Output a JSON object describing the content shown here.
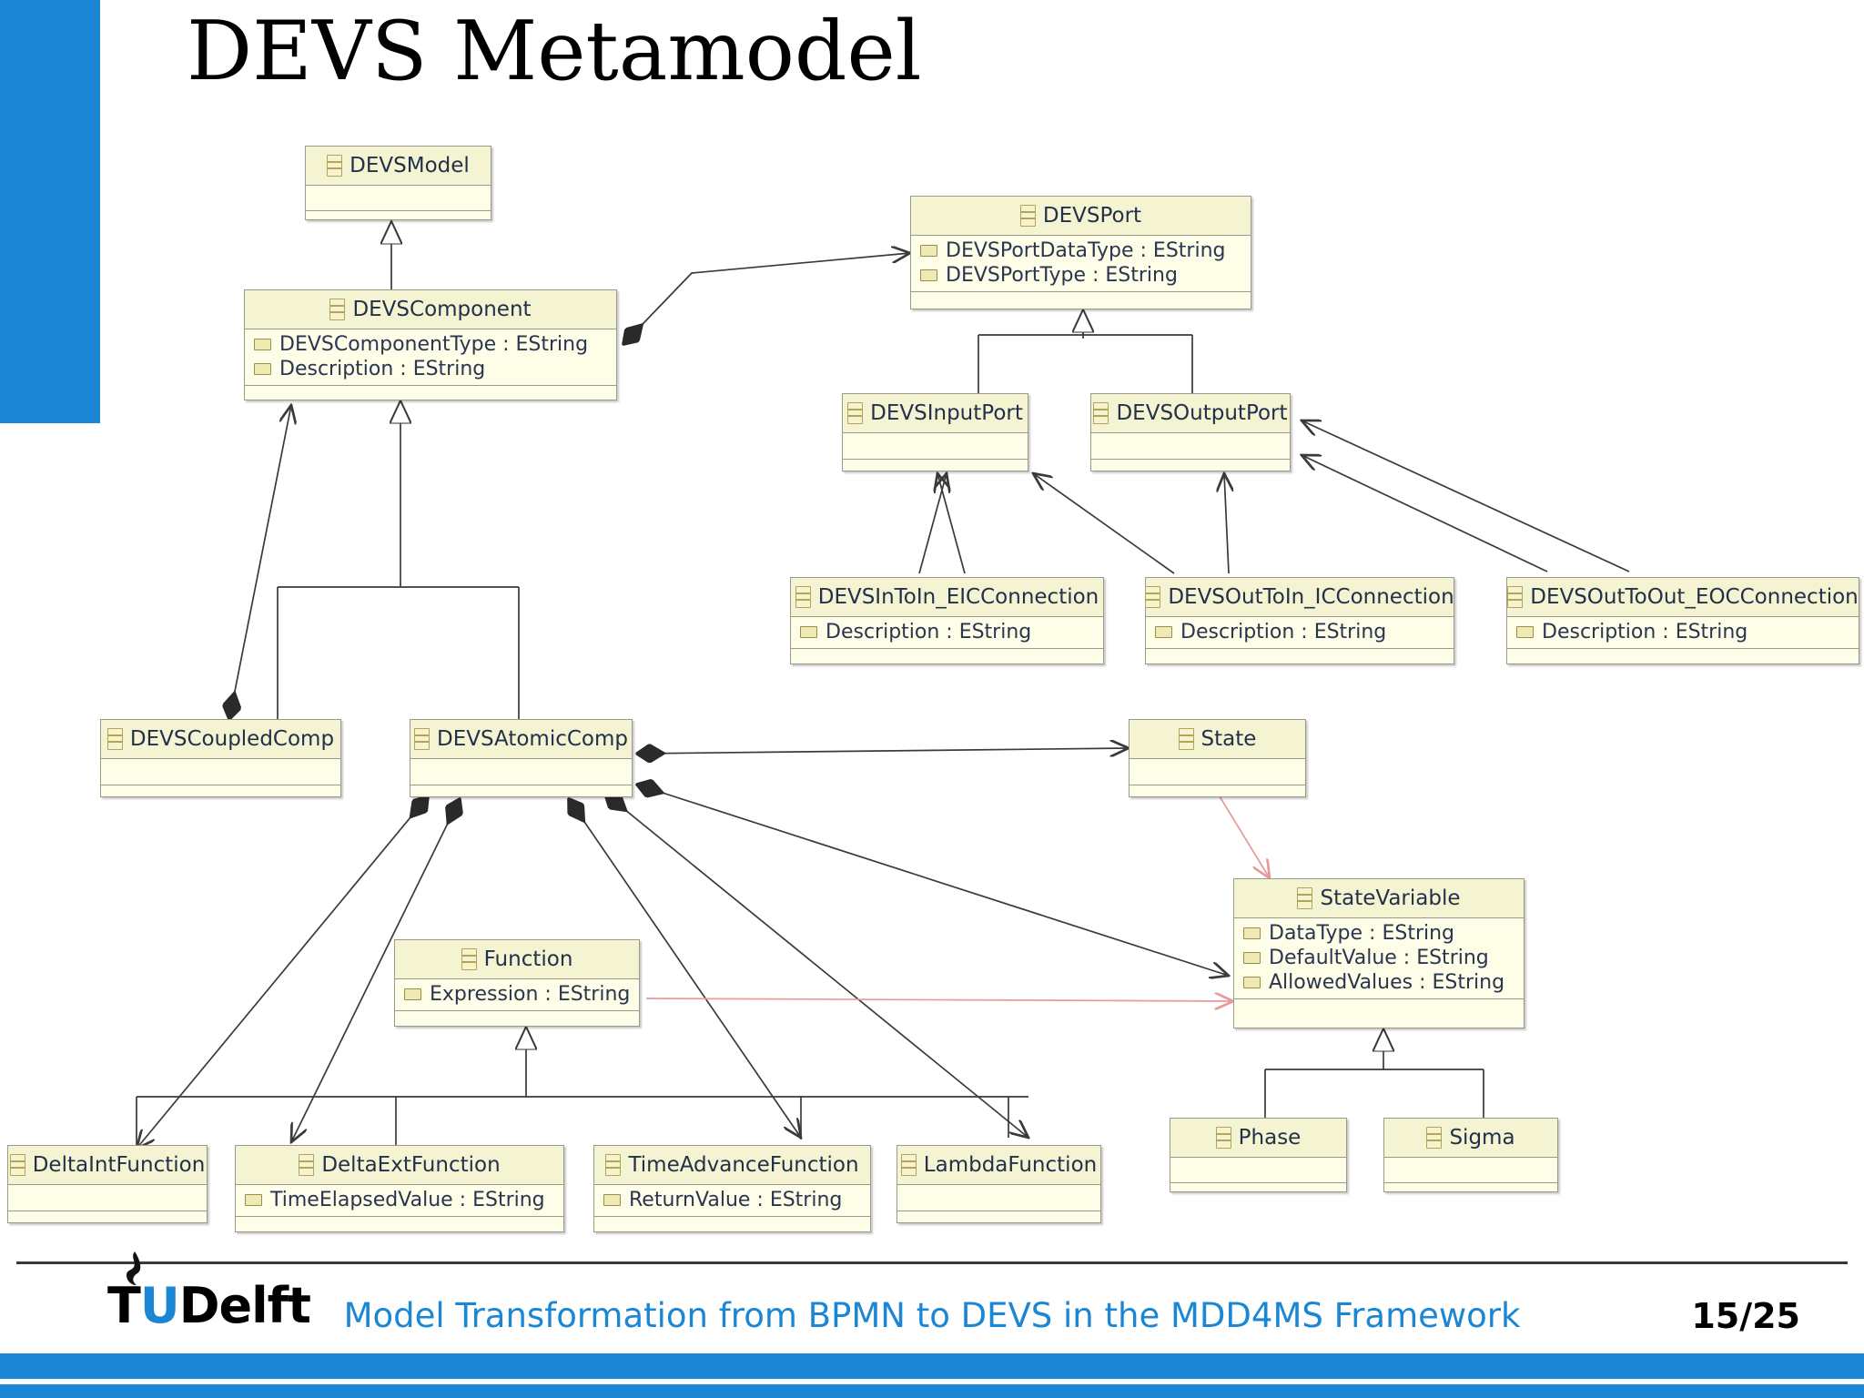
{
  "slide": {
    "title": "DEVS Metamodel",
    "accent_color": "#1b87d4",
    "footer": {
      "logo_t": "T",
      "logo_u": "U",
      "logo_delft": "Delft",
      "title": "Model Transformation from BPMN to DEVS in the MDD4MS Framework",
      "page": "15/25"
    }
  },
  "diagram": {
    "type": "uml-class-diagram",
    "classes": [
      {
        "id": "DEVSModel",
        "name": "DEVSModel",
        "attributes": []
      },
      {
        "id": "DEVSComponent",
        "name": "DEVSComponent",
        "attributes": [
          "DEVSComponentType : EString",
          "Description : EString"
        ]
      },
      {
        "id": "DEVSPort",
        "name": "DEVSPort",
        "attributes": [
          "DEVSPortDataType : EString",
          "DEVSPortType : EString"
        ]
      },
      {
        "id": "DEVSInputPort",
        "name": "DEVSInputPort",
        "attributes": []
      },
      {
        "id": "DEVSOutputPort",
        "name": "DEVSOutputPort",
        "attributes": []
      },
      {
        "id": "DEVSInToIn_EICConnection",
        "name": "DEVSInToIn_EICConnection",
        "attributes": [
          "Description : EString"
        ]
      },
      {
        "id": "DEVSOutToIn_ICConnection",
        "name": "DEVSOutToIn_ICConnection",
        "attributes": [
          "Description : EString"
        ]
      },
      {
        "id": "DEVSOutToOut_EOCConnection",
        "name": "DEVSOutToOut_EOCConnection",
        "attributes": [
          "Description : EString"
        ]
      },
      {
        "id": "DEVSCoupledComp",
        "name": "DEVSCoupledComp",
        "attributes": []
      },
      {
        "id": "DEVSAtomicComp",
        "name": "DEVSAtomicComp",
        "attributes": []
      },
      {
        "id": "State",
        "name": "State",
        "attributes": []
      },
      {
        "id": "StateVariable",
        "name": "StateVariable",
        "attributes": [
          "DataType : EString",
          "DefaultValue : EString",
          "AllowedValues : EString"
        ]
      },
      {
        "id": "Function",
        "name": "Function",
        "attributes": [
          "Expression : EString"
        ]
      },
      {
        "id": "DeltaIntFunction",
        "name": "DeltaIntFunction",
        "attributes": []
      },
      {
        "id": "DeltaExtFunction",
        "name": "DeltaExtFunction",
        "attributes": [
          "TimeElapsedValue : EString"
        ]
      },
      {
        "id": "TimeAdvanceFunction",
        "name": "TimeAdvanceFunction",
        "attributes": [
          "ReturnValue : EString"
        ]
      },
      {
        "id": "LambdaFunction",
        "name": "LambdaFunction",
        "attributes": []
      },
      {
        "id": "Phase",
        "name": "Phase",
        "attributes": []
      },
      {
        "id": "Sigma",
        "name": "Sigma",
        "attributes": []
      }
    ],
    "generalizations": [
      {
        "from": "DEVSComponent",
        "to": "DEVSModel"
      },
      {
        "from": "DEVSInputPort",
        "to": "DEVSPort"
      },
      {
        "from": "DEVSOutputPort",
        "to": "DEVSPort"
      },
      {
        "from": "DEVSCoupledComp",
        "to": "DEVSComponent"
      },
      {
        "from": "DEVSAtomicComp",
        "to": "DEVSComponent"
      },
      {
        "from": "DeltaIntFunction",
        "to": "Function"
      },
      {
        "from": "DeltaExtFunction",
        "to": "Function"
      },
      {
        "from": "TimeAdvanceFunction",
        "to": "Function"
      },
      {
        "from": "LambdaFunction",
        "to": "Function"
      },
      {
        "from": "Phase",
        "to": "StateVariable"
      },
      {
        "from": "Sigma",
        "to": "StateVariable"
      }
    ],
    "associations": [
      {
        "from": "DEVSComponent",
        "to": "DEVSPort",
        "kind": "composition"
      },
      {
        "from": "DEVSCoupledComp",
        "to": "DEVSComponent",
        "kind": "composition"
      },
      {
        "from": "DEVSInToIn_EICConnection",
        "to": "DEVSInputPort",
        "kind": "reference"
      },
      {
        "from": "DEVSOutToIn_ICConnection",
        "to": "DEVSInputPort",
        "kind": "reference"
      },
      {
        "from": "DEVSOutToIn_ICConnection",
        "to": "DEVSOutputPort",
        "kind": "reference"
      },
      {
        "from": "DEVSOutToOut_EOCConnection",
        "to": "DEVSOutputPort",
        "kind": "reference"
      },
      {
        "from": "DEVSAtomicComp",
        "to": "State",
        "kind": "composition"
      },
      {
        "from": "DEVSAtomicComp",
        "to": "StateVariable",
        "kind": "composition"
      },
      {
        "from": "DEVSAtomicComp",
        "to": "DeltaIntFunction",
        "kind": "composition"
      },
      {
        "from": "DEVSAtomicComp",
        "to": "DeltaExtFunction",
        "kind": "composition"
      },
      {
        "from": "DEVSAtomicComp",
        "to": "TimeAdvanceFunction",
        "kind": "composition"
      },
      {
        "from": "DEVSAtomicComp",
        "to": "LambdaFunction",
        "kind": "composition"
      },
      {
        "from": "State",
        "to": "StateVariable",
        "kind": "dependency"
      },
      {
        "from": "Function",
        "to": "StateVariable",
        "kind": "dependency"
      }
    ]
  }
}
